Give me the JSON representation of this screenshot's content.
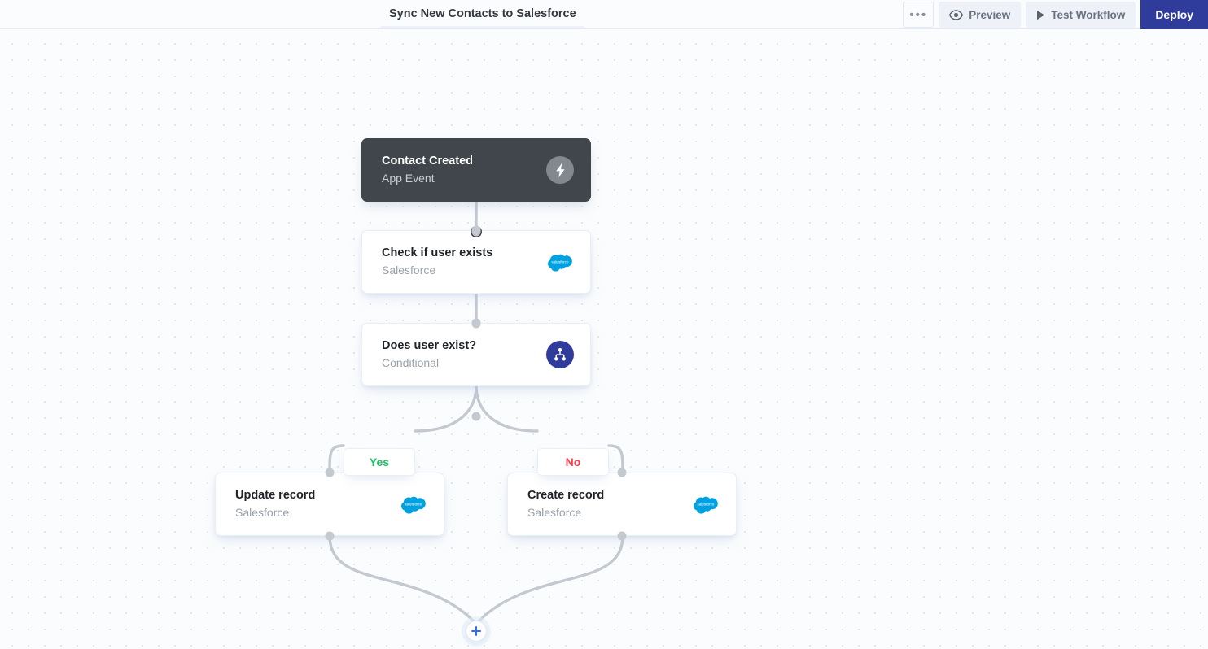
{
  "header": {
    "title": "Sync New Contacts to Salesforce",
    "actions": [
      {
        "name": "more-options",
        "label": "•••",
        "icon": "ellipsis-icon",
        "style": "ellipsis"
      },
      {
        "name": "preview",
        "label": "Preview",
        "icon": "eye-icon",
        "style": "ghost"
      },
      {
        "name": "test-workflow",
        "label": "Test Workflow",
        "icon": "play-icon",
        "style": "ghost"
      },
      {
        "name": "deploy",
        "label": "Deploy",
        "icon": "",
        "style": "primary"
      }
    ]
  },
  "colors": {
    "canvas_bg": "#fbfcfd",
    "grid_dot": "#dfe3ea",
    "trigger_node_bg": "#41464c",
    "node_bg": "#ffffff",
    "accent_primary": "#2f3c9b",
    "accent_add": "#2f6fe0",
    "salesforce_blue": "#00a1e0",
    "yes_green": "#16c464",
    "no_red": "#fb3b4e",
    "edge_gray": "#c4c9d0"
  },
  "nodes": [
    {
      "id": "trigger",
      "title": "Contact Created",
      "subtitle": "App Event",
      "icon": "lightning-bolt-icon",
      "icon_style": "bolt",
      "variant": "trigger"
    },
    {
      "id": "check",
      "title": "Check if user exists",
      "subtitle": "Salesforce",
      "icon": "salesforce-icon",
      "icon_style": "sf",
      "variant": "default"
    },
    {
      "id": "condition",
      "title": "Does user exist?",
      "subtitle": "Conditional",
      "icon": "branch-icon",
      "icon_style": "cond",
      "variant": "default"
    },
    {
      "id": "update",
      "title": "Update record",
      "subtitle": "Salesforce",
      "icon": "salesforce-icon",
      "icon_style": "sf",
      "variant": "default"
    },
    {
      "id": "create",
      "title": "Create record",
      "subtitle": "Salesforce",
      "icon": "salesforce-icon",
      "icon_style": "sf",
      "variant": "default"
    }
  ],
  "branches": [
    {
      "id": "yes",
      "label": "Yes"
    },
    {
      "id": "no",
      "label": "No"
    }
  ],
  "add_step": {
    "name": "add-step-button",
    "label": "+"
  }
}
